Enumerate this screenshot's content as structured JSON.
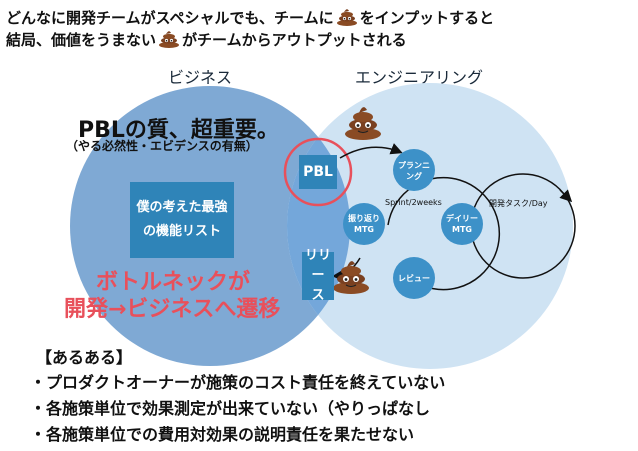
{
  "intro": {
    "line1_a": "どんなに開発チームがスペシャルでも、チームに",
    "line1_b": "をインプットすると",
    "line2_a": "結局、価値をうまない",
    "line2_b": "がチームからアウトプットされる"
  },
  "circles": {
    "left_label": "ビジネス",
    "right_label": "エンジニアリング"
  },
  "headline": {
    "title": "PBLの質、超重要。",
    "subtitle": "（やる必然性・エビデンスの有無）"
  },
  "idea_box": {
    "line1": "僕の考えた最強",
    "line2": "の機能リスト"
  },
  "pbl_box": {
    "label": "PBL"
  },
  "release_box": {
    "line1": "リリー",
    "line2": "ス"
  },
  "cycle": {
    "planning": [
      "プランニ",
      "ング"
    ],
    "retro": [
      "振り返り",
      "MTG"
    ],
    "daily": [
      "デイリー",
      "MTG"
    ],
    "review": "レビュー",
    "sprint_label": "Sprint/2weeks",
    "dev_task_label": "開発タスク/Day"
  },
  "bottleneck": {
    "line1": "ボトルネックが",
    "line2": "開発→ビジネスへ遷移"
  },
  "list": {
    "heading": "【あるある】",
    "items": [
      "・プロダクトオーナーが施策のコスト責任を終えていない",
      "・各施策単位で効果測定が出来ていない（やりっぱなし",
      "・各施策単位での費用対効果の説明責任を果たせない"
    ]
  },
  "colors": {
    "left_circle": "#7fa9d4",
    "right_circle": "#cfe3f3",
    "box_blue": "#2f84b8",
    "red": "#e8505b",
    "poo_brown": "#8a4b24"
  }
}
